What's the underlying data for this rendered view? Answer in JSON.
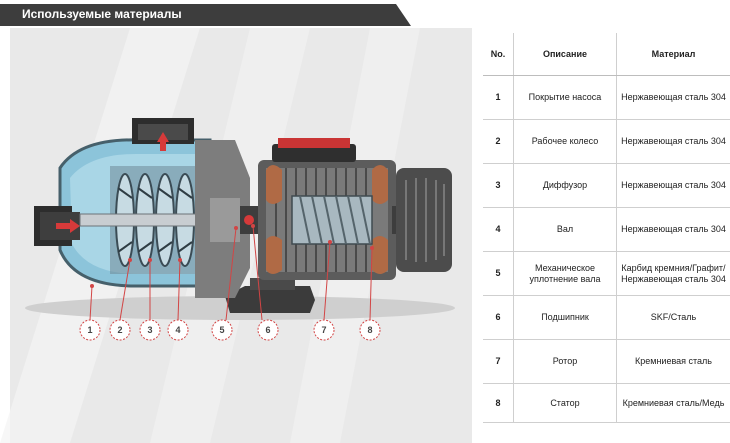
{
  "header": {
    "title": "Используемые материалы"
  },
  "diagram": {
    "callouts": [
      "1",
      "2",
      "3",
      "4",
      "5",
      "6",
      "7",
      "8"
    ]
  },
  "table": {
    "columns": [
      "No.",
      "Описание",
      "Материал"
    ],
    "rows": [
      {
        "no": "1",
        "description": "Покрытие насоса",
        "material": "Нержавеющая сталь 304"
      },
      {
        "no": "2",
        "description": "Рабочее колесо",
        "material": "Нержавеющая сталь 304"
      },
      {
        "no": "3",
        "description": "Диффузор",
        "material": "Нержавеющая сталь 304"
      },
      {
        "no": "4",
        "description": "Вал",
        "material": "Нержавеющая сталь 304"
      },
      {
        "no": "5",
        "description": "Механическое уплотнение вала",
        "material": "Карбид кремния/Графит/Нержавеющая сталь 304"
      },
      {
        "no": "6",
        "description": "Подшипник",
        "material": "SKF/Сталь"
      },
      {
        "no": "7",
        "description": "Ротор",
        "material": "Кремниевая сталь"
      },
      {
        "no": "8",
        "description": "Статор",
        "material": "Кремниевая сталь/Медь"
      }
    ]
  },
  "colors": {
    "header_band": "#3d3d3d",
    "diagram_bg": "#e9e9e9",
    "pump_casing": "#8cc4da",
    "impeller": "#8aa8b6",
    "motor_housing": "#5c5c5c",
    "copper_winding": "#b06a45",
    "accent_red": "#d63a3a",
    "callout_line": "#d24545"
  }
}
